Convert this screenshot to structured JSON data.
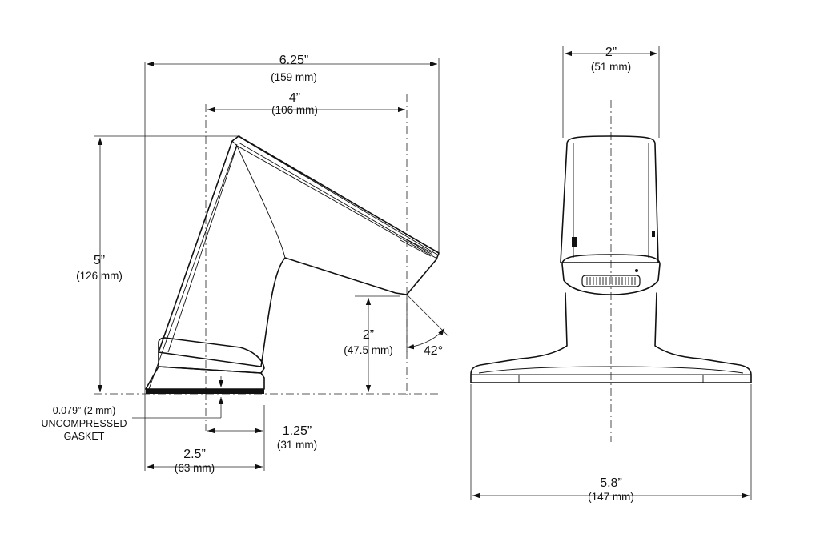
{
  "dimensions": {
    "overall_length": {
      "value": "6.25”",
      "metric": "(159 mm)"
    },
    "spout_reach": {
      "value": "4”",
      "metric": "(106 mm)"
    },
    "height": {
      "value": "5”",
      "metric": "(126 mm)"
    },
    "spout_clearance": {
      "value": "2”",
      "metric": "(47.5 mm)"
    },
    "spout_angle": {
      "value": "42°"
    },
    "gasket": {
      "line1": "0.079” (2 mm)",
      "line2": "UNCOMPRESSED",
      "line3": "GASKET"
    },
    "base_offset": {
      "value": "1.25”",
      "metric": "(31 mm)"
    },
    "base_depth": {
      "value": "2.5”",
      "metric": "(63 mm)"
    },
    "body_width": {
      "value": "2”",
      "metric": "(51 mm)"
    },
    "base_width": {
      "value": "5.8”",
      "metric": "(147 mm)"
    }
  }
}
